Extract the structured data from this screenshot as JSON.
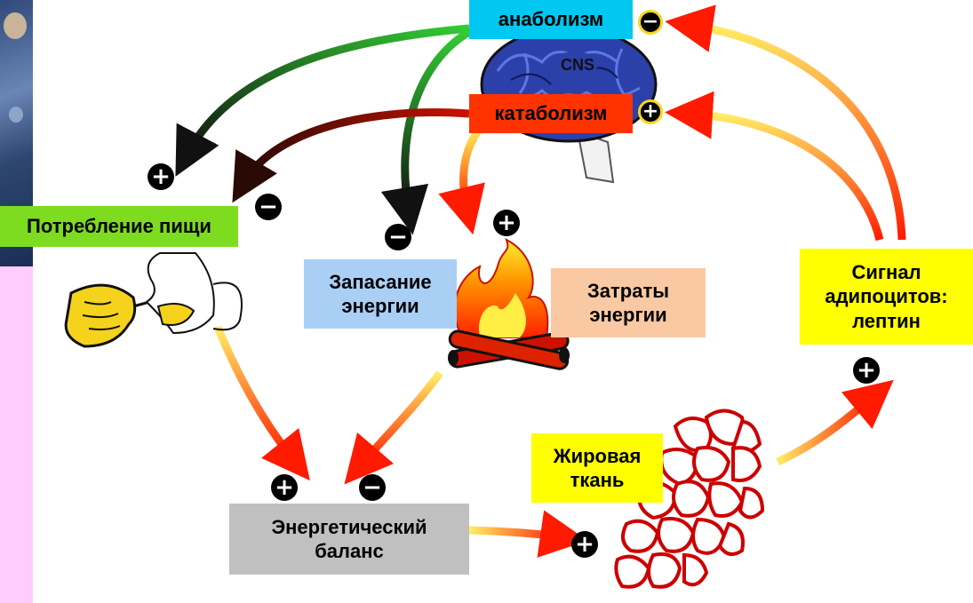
{
  "labels": {
    "anabolism": "анаболизм",
    "catabolism": "катаболизм",
    "food_intake": "Потребление пищи",
    "energy_storage": "Запасание энергии",
    "energy_expenditure": "Затраты энергии",
    "adipocyte_signal": "Сигнал адипоцитов: лептин",
    "adipose_tissue": "Жировая ткань",
    "energy_balance": "Энергетический баланс",
    "cns": "CNS"
  },
  "signs": {
    "anabolism_sign": "−",
    "catabolism_sign": "+",
    "food_plus": "+",
    "food_minus": "−",
    "storage_minus": "−",
    "expenditure_plus": "+",
    "leptin_plus": "+",
    "balance_plus": "+",
    "balance_minus": "−",
    "adipose_plus": "+"
  },
  "colors": {
    "anabolism_bg": "#00c8f0",
    "catabolism_bg": "#ff3300",
    "food_intake_bg": "#7ddc1f",
    "energy_storage_bg": "#a9cff5",
    "energy_expenditure_bg": "#f9c9a3",
    "leptin_bg": "#ffff00",
    "adipose_bg": "#ffff00",
    "balance_bg": "#c0c0c0",
    "left_strip": "#ffccff",
    "arrow_red": "#ff2a00",
    "arrow_green": "#22aa22",
    "arrow_dark": "#1a1a1a"
  },
  "icons": [
    "brain-icon",
    "hand-feeding-icon",
    "campfire-icon",
    "fat-cell-icon",
    "photo-fragment"
  ]
}
